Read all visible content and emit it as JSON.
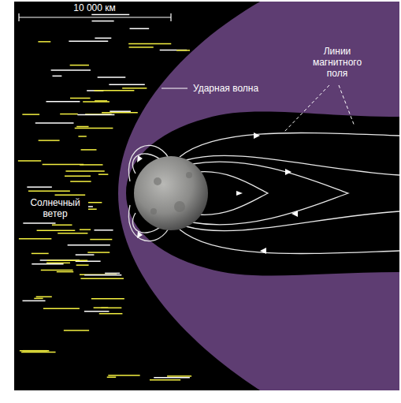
{
  "diagram": {
    "labels": [
      "10 000 км",
      "Ударная волна",
      "Линии магнитного поля",
      "Солнечный ветер"
    ]
  }
}
